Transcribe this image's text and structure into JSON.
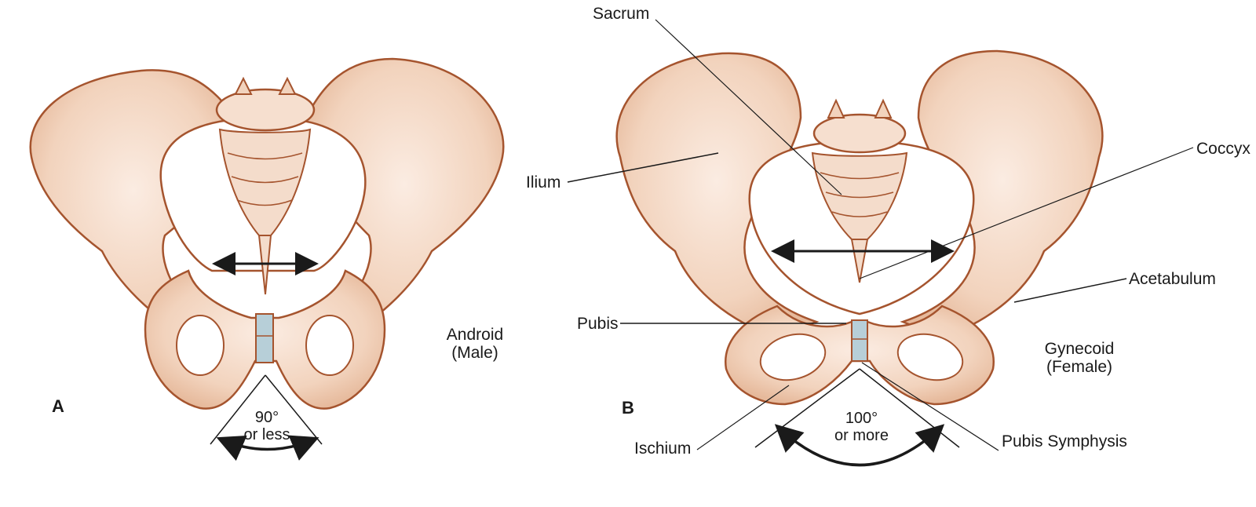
{
  "figure": {
    "panels": [
      {
        "id": "A",
        "panel_label": "A",
        "type_label_line1": "Android",
        "type_label_line2": "(Male)",
        "angle_line1": "90°",
        "angle_line2": "or less"
      },
      {
        "id": "B",
        "panel_label": "B",
        "type_label_line1": "Gynecoid",
        "type_label_line2": "(Female)",
        "angle_line1": "100°",
        "angle_line2": "or more"
      }
    ],
    "labels": {
      "sacrum": "Sacrum",
      "ilium": "Ilium",
      "coccyx": "Coccyx",
      "acetabulum": "Acetabulum",
      "pubis": "Pubis",
      "ischium": "Ischium",
      "pubis_symphysis": "Pubis Symphysis"
    },
    "colors": {
      "bone_fill": "#f3d7c2",
      "bone_light": "#f9e8dc",
      "bone_outline": "#a5542e",
      "cartilage": "#b7cfd8",
      "line": "#1a1a1a"
    }
  }
}
